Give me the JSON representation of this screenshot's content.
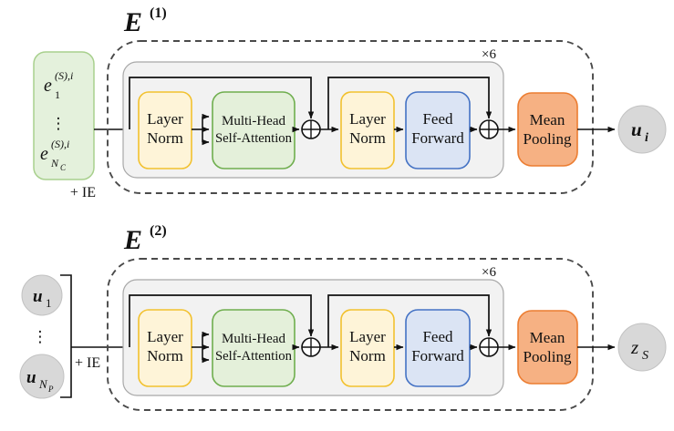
{
  "enc1": {
    "title": {
      "base": "E",
      "sup": "(1)"
    },
    "repeat_badge": "×6",
    "input": {
      "first": {
        "base": "e",
        "sub": "1",
        "sup": "(S),i"
      },
      "ellipsis": "⋮",
      "last": {
        "base": "e",
        "sub": "N",
        "subsub": "C",
        "sup": "(S),i"
      },
      "annotation": "+ IE"
    },
    "blocks": {
      "layer_norm_1": {
        "line1": "Layer",
        "line2": "Norm"
      },
      "self_attention": {
        "line1": "Multi-Head",
        "line2": "Self-Attention"
      },
      "layer_norm_2": {
        "line1": "Layer",
        "line2": "Norm"
      },
      "feed_forward": {
        "line1": "Feed",
        "line2": "Forward"
      },
      "mean_pooling": {
        "line1": "Mean",
        "line2": "Pooling"
      }
    },
    "output": {
      "base": "u",
      "sub": "i"
    }
  },
  "enc2": {
    "title": {
      "base": "E",
      "sup": "(2)"
    },
    "repeat_badge": "×6",
    "input": {
      "first": {
        "base": "u",
        "sub": "1"
      },
      "ellipsis": "⋮",
      "last": {
        "base": "u",
        "sub": "N",
        "subsub": "P"
      },
      "annotation": "+ IE"
    },
    "blocks": {
      "layer_norm_1": {
        "line1": "Layer",
        "line2": "Norm"
      },
      "self_attention": {
        "line1": "Multi-Head",
        "line2": "Self-Attention"
      },
      "layer_norm_2": {
        "line1": "Layer",
        "line2": "Norm"
      },
      "feed_forward": {
        "line1": "Feed",
        "line2": "Forward"
      },
      "mean_pooling": {
        "line1": "Mean",
        "line2": "Pooling"
      }
    },
    "output": {
      "base": "z",
      "sub": "S"
    }
  },
  "colors": {
    "input_box_green_fill": "#E4F1DC",
    "input_box_green_stroke": "#A8D08D",
    "layer_norm_yellow_fill": "#FEF4D8",
    "layer_norm_yellow_stroke": "#F2C12E",
    "attention_green_fill": "#E4F0DA",
    "attention_green_stroke": "#6FAE4E",
    "feed_forward_blue_fill": "#DBE4F4",
    "feed_forward_blue_stroke": "#4472C4",
    "mean_pooling_orange_fill": "#F6B183",
    "mean_pooling_orange_stroke": "#EC7D31",
    "repeat_group_gray_fill": "#F2F2F2",
    "repeat_group_gray_stroke": "#A8A8A8",
    "node_circle_gray": "#D8D8D8",
    "dashed_border_gray": "#4A4A4A",
    "line_black": "#111111"
  }
}
